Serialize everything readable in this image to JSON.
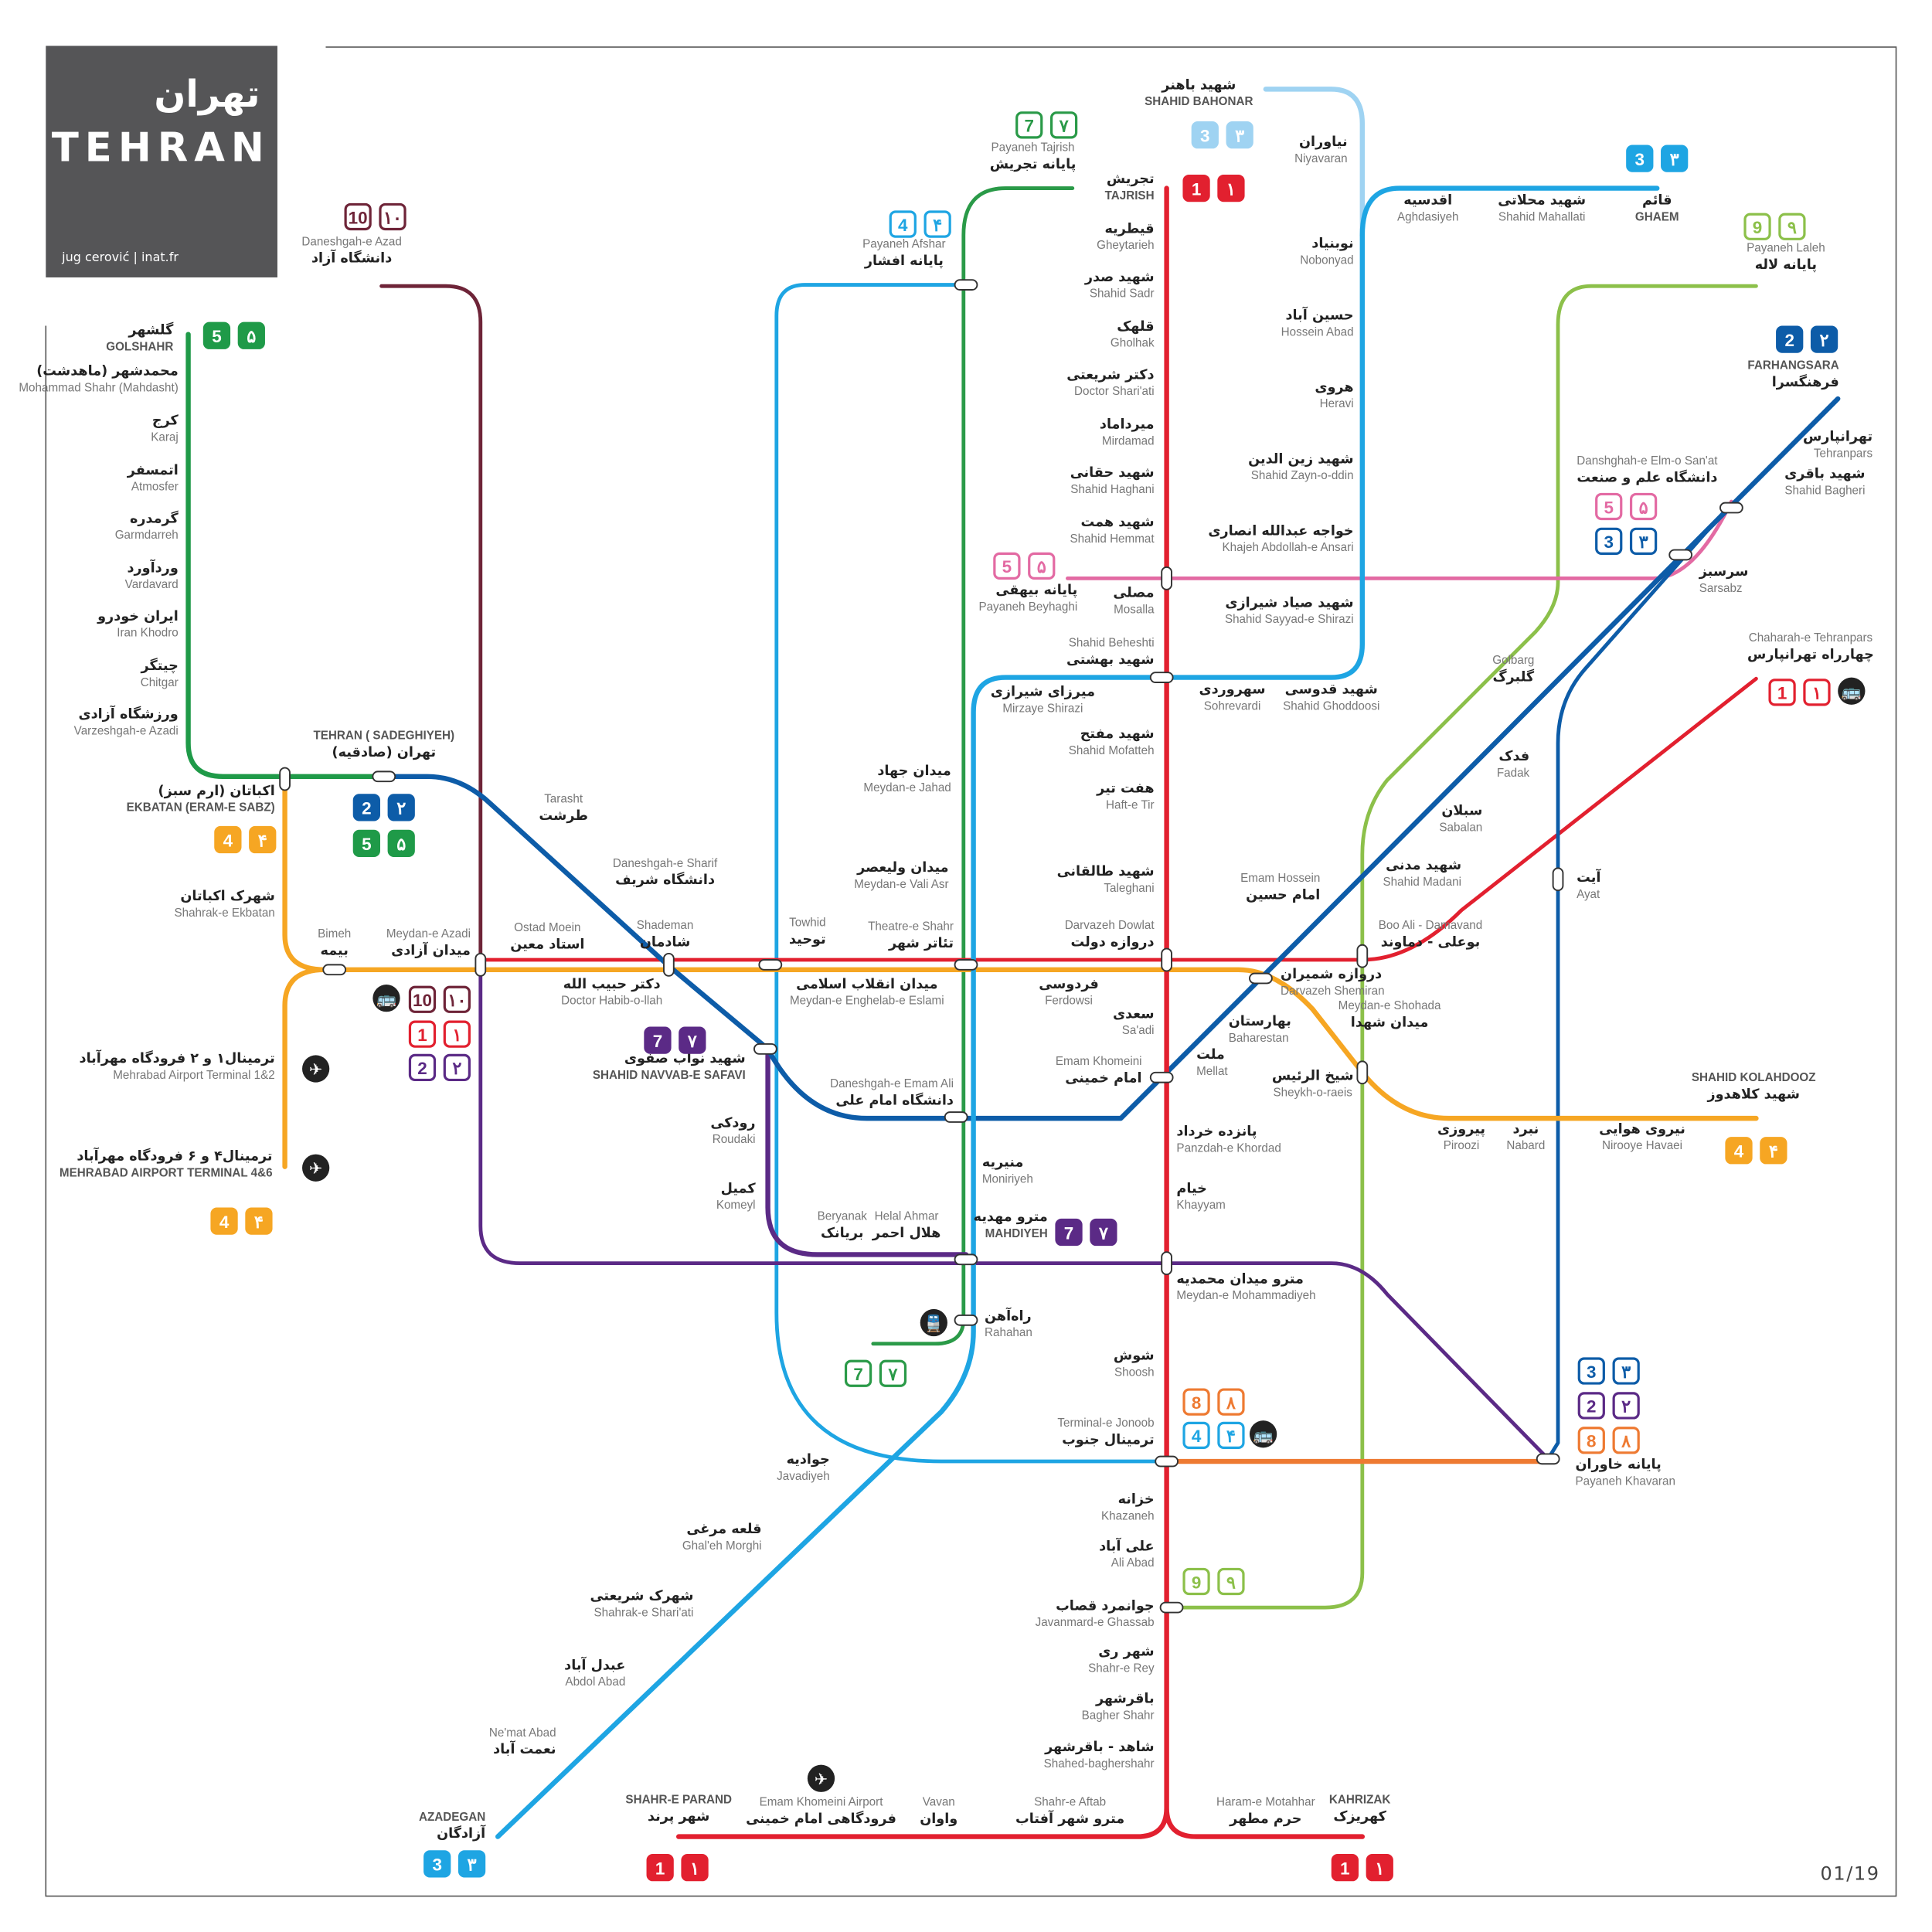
{
  "header": {
    "title_fa": "تهران",
    "title_en": "TEHRAN",
    "credit": "jug cerović | inat.fr"
  },
  "page_number": "01/19",
  "line_colors": {
    "1": "#e2202f",
    "2": "#0d5ca8",
    "3": "#1ea5e3",
    "3lite": "#9fd3f2",
    "4": "#f6a623",
    "5": "#1f9a48",
    "6": "#e36aa3",
    "7": "#5b2a86",
    "7g": "#2a9a48",
    "8": "#ee7a32",
    "9": "#8cc04a",
    "10": "#6e2438"
  },
  "stations": [
    {
      "fa": "تجریش",
      "en": "TAJRISH"
    },
    {
      "fa": "قیطریه",
      "en": "Gheytarieh"
    },
    {
      "fa": "شهید صدر",
      "en": "Shahid Sadr"
    },
    {
      "fa": "قلهک",
      "en": "Gholhak"
    },
    {
      "fa": "دکتر شریعتی",
      "en": "Doctor Shari'ati"
    },
    {
      "fa": "میرداماد",
      "en": "Mirdamad"
    },
    {
      "fa": "شهید حقانی",
      "en": "Shahid Haghani"
    },
    {
      "fa": "شهید همت",
      "en": "Shahid Hemmat"
    },
    {
      "fa": "مصلی",
      "en": "Mosalla"
    },
    {
      "fa": "شهید بهشتی",
      "en": "Shahid Beheshti"
    },
    {
      "fa": "شهید مفتح",
      "en": "Shahid Mofatteh"
    },
    {
      "fa": "هفت تیر",
      "en": "Haft-e Tir"
    },
    {
      "fa": "شهید طالقانی",
      "en": "Taleghani"
    },
    {
      "fa": "دروازه دولت",
      "en": "Darvazeh Dowlat"
    },
    {
      "fa": "سعدی",
      "en": "Sa'adi"
    },
    {
      "fa": "امام خمینی",
      "en": "Emam Khomeini"
    },
    {
      "fa": "پانزده خرداد",
      "en": "Panzdah-e Khordad"
    },
    {
      "fa": "خیام",
      "en": "Khayyam"
    },
    {
      "fa": "مترو میدان محمدیه",
      "en": "Meydan-e Mohammadiyeh"
    },
    {
      "fa": "شوش",
      "en": "Shoosh"
    },
    {
      "fa": "ترمینال جنوب",
      "en": "Terminal-e Jonoob"
    },
    {
      "fa": "خزانه",
      "en": "Khazaneh"
    },
    {
      "fa": "علی آباد",
      "en": "Ali Abad"
    },
    {
      "fa": "جوانمرد قصاب",
      "en": "Javanmard-e Ghassab"
    },
    {
      "fa": "شهر ری",
      "en": "Shahr-e Rey"
    },
    {
      "fa": "باقرشهر",
      "en": "Bagher Shahr"
    },
    {
      "fa": "شاهد - باقرشهر",
      "en": "Shahed-baghershahr"
    },
    {
      "fa": "حرم مطهر",
      "en": "Haram-e Motahhar"
    },
    {
      "fa": "کهریزک",
      "en": "KAHRIZAK"
    },
    {
      "fa": "مترو شهر آفتاب",
      "en": "Shahr-e Aftab"
    },
    {
      "fa": "واوان",
      "en": "Vavan"
    },
    {
      "fa": "فرودگاهی امام خمینی",
      "en": "Emam Khomeini Airport"
    },
    {
      "fa": "شهر پرند",
      "en": "SHAHR-E PARAND"
    },
    {
      "fa": "فرهنگسرا",
      "en": "FARHANGSARA"
    },
    {
      "fa": "تهرانپارس",
      "en": "Tehranpars"
    },
    {
      "fa": "شهید باقری",
      "en": "Shahid Bagheri"
    },
    {
      "fa": "سرسبز",
      "en": "Sarsabz"
    },
    {
      "fa": "فدک",
      "en": "Fadak"
    },
    {
      "fa": "سبلان",
      "en": "Sabalan"
    },
    {
      "fa": "شهید مدنی",
      "en": "Shahid Madani"
    },
    {
      "fa": "امام حسین",
      "en": "Emam Hossein"
    },
    {
      "fa": "دروازه شمیران",
      "en": "Darvazeh Shemiran"
    },
    {
      "fa": "بهارستان",
      "en": "Baharestan"
    },
    {
      "fa": "ملت",
      "en": "Mellat"
    },
    {
      "fa": "دانشگاه امام علی",
      "en": "Daneshgah-e Emam Ali"
    },
    {
      "fa": "شادمان",
      "en": "Shademan"
    },
    {
      "fa": "دانشگاه شریف",
      "en": "Daneshgah-e Sharif"
    },
    {
      "fa": "طرشت",
      "en": "Tarasht"
    },
    {
      "fa": "تهران (صادقیه)",
      "en": "TEHRAN ( SADEGHIYEH)"
    },
    {
      "fa": "شهید باهنر",
      "en": "SHAHID BAHONAR"
    },
    {
      "fa": "نیاوران",
      "en": "Niyavaran"
    },
    {
      "fa": "اقدسیه",
      "en": "Aghdasiyeh"
    },
    {
      "fa": "شهید محلاتی",
      "en": "Shahid Mahallati"
    },
    {
      "fa": "قائم",
      "en": "GHAEM"
    },
    {
      "fa": "نوبنیاد",
      "en": "Nobonyad"
    },
    {
      "fa": "حسین آباد",
      "en": "Hossein Abad"
    },
    {
      "fa": "هروی",
      "en": "Heravi"
    },
    {
      "fa": "شهید زین الدین",
      "en": "Shahid Zayn-o-ddin"
    },
    {
      "fa": "خواجه عبدالله انصاری",
      "en": "Khajeh Abdollah-e Ansari"
    },
    {
      "fa": "شهید صیاد شیرازی",
      "en": "Shahid Sayyad-e Shirazi"
    },
    {
      "fa": "شهید قدوسی",
      "en": "Shahid Ghoddoosi"
    },
    {
      "fa": "سهروردی",
      "en": "Sohrevardi"
    },
    {
      "fa": "میرزای شیرازی",
      "en": "Mirzaye Shirazi"
    },
    {
      "fa": "میدان جهاد",
      "en": "Meydan-e Jahad"
    },
    {
      "fa": "میدان ولیعصر",
      "en": "Meydan-e Vali Asr"
    },
    {
      "fa": "تئاتر شهر",
      "en": "Theatre-e Shahr"
    },
    {
      "fa": "میدان انقلاب اسلامی",
      "en": "Meydan-e Enghelab-e Eslami"
    },
    {
      "fa": "منیریه",
      "en": "Moniriyeh"
    },
    {
      "fa": "راه‌آهن",
      "en": "Rahahan"
    },
    {
      "fa": "جوادیه",
      "en": "Javadiyeh"
    },
    {
      "fa": "قلعه مرغی",
      "en": "Ghal'eh Morghi"
    },
    {
      "fa": "شهرک شریعتی",
      "en": "Shahrak-e Shari'ati"
    },
    {
      "fa": "عبدل آباد",
      "en": "Abdol Abad"
    },
    {
      "fa": "نعمت آباد",
      "en": "Ne'mat Abad"
    },
    {
      "fa": "آزادگان",
      "en": "AZADEGAN"
    },
    {
      "fa": "اکباتان (ارم سبز)",
      "en": "EKBATAN (ERAM-E SABZ)"
    },
    {
      "fa": "شهرک اکباتان",
      "en": "Shahrak-e Ekbatan"
    },
    {
      "fa": "بیمه",
      "en": "Bimeh"
    },
    {
      "fa": "میدان آزادی",
      "en": "Meydan-e Azadi"
    },
    {
      "fa": "استاد معین",
      "en": "Ostad Moein"
    },
    {
      "fa": "دکتر حبیب الله",
      "en": "Doctor Habib-o-llah"
    },
    {
      "fa": "توحید",
      "en": "Towhid"
    },
    {
      "fa": "فردوسی",
      "en": "Ferdowsi"
    },
    {
      "fa": "میدان شهدا",
      "en": "Meydan-e Shohada"
    },
    {
      "fa": "شیخ الرئیس",
      "en": "Sheykh-o-raeis"
    },
    {
      "fa": "پیروزی",
      "en": "Piroozi"
    },
    {
      "fa": "نبرد",
      "en": "Nabard"
    },
    {
      "fa": "نیروی هوایی",
      "en": "Nirooye Havaei"
    },
    {
      "fa": "شهید کلاهدوز",
      "en": "SHAHID KOLAHDOOZ"
    },
    {
      "fa": "ترمینال۱ و ۲ فرودگاه مهرآباد",
      "en": "Mehrabad Airport Terminal 1&2"
    },
    {
      "fa": "ترمینال۴ و ۶ فرودگاه مهرآباد",
      "en": "MEHRABAD AIRPORT TERMINAL 4&6"
    },
    {
      "fa": "گلشهر",
      "en": "GOLSHAHR"
    },
    {
      "fa": "محمدشهر (ماهدشت)",
      "en": "Mohammad Shahr (Mahdasht)"
    },
    {
      "fa": "کرج",
      "en": "Karaj"
    },
    {
      "fa": "اتمسفر",
      "en": "Atmosfer"
    },
    {
      "fa": "گرمدره",
      "en": "Garmdarreh"
    },
    {
      "fa": "وردآورد",
      "en": "Vardavard"
    },
    {
      "fa": "ایران خودرو",
      "en": "Iran Khodro"
    },
    {
      "fa": "چیتگر",
      "en": "Chitgar"
    },
    {
      "fa": "ورزشگاه آزادی",
      "en": "Varzeshgah-e Azadi"
    },
    {
      "fa": "پایانه بیهقی",
      "en": "Payaneh Beyhaghi"
    },
    {
      "fa": "دانشگاه علم و صنعت",
      "en": "Danshghah-e Elm-o San'at"
    },
    {
      "fa": "شهید نواب صفوی",
      "en": "SHAHID NAVVAB-E SAFAVI"
    },
    {
      "fa": "رودکی",
      "en": "Roudaki"
    },
    {
      "fa": "کمیل",
      "en": "Komeyl"
    },
    {
      "fa": "بریانک",
      "en": "Beryanak"
    },
    {
      "fa": "هلال احمر",
      "en": "Helal Ahmar"
    },
    {
      "fa": "مترو مهدیه",
      "en": "MAHDIYEH"
    },
    {
      "fa": "دانشگاه آزاد",
      "en": "Daneshgah-e Azad"
    },
    {
      "fa": "پایانه تجریش",
      "en": "Payaneh Tajrish"
    },
    {
      "fa": "پایانه افشار",
      "en": "Payaneh Afshar"
    },
    {
      "fa": "پایانه لاله",
      "en": "Payaneh Laleh"
    },
    {
      "fa": "گلبرگ",
      "en": "Golbarg"
    },
    {
      "fa": "بوعلی - دماوند",
      "en": "Boo Ali - Damavand"
    },
    {
      "fa": "آیت",
      "en": "Ayat"
    },
    {
      "fa": "چهارراه تهرانپارس",
      "en": "Chaharah-e Tehranpars"
    },
    {
      "fa": "پایانه خاوران",
      "en": "Payaneh Khavaran"
    }
  ],
  "badges": [
    {
      "w": "10",
      "f": "۱۰",
      "line": "10",
      "fill": false
    },
    {
      "w": "5",
      "f": "۵",
      "line": "5",
      "fill": true
    },
    {
      "w": "7",
      "f": "۷",
      "line": "7g",
      "fill": false
    },
    {
      "w": "4",
      "f": "۴",
      "line": "3",
      "fill": false
    },
    {
      "w": "1",
      "f": "۱",
      "line": "1",
      "fill": true
    },
    {
      "w": "3",
      "f": "۳",
      "line": "3lite",
      "fill": true
    },
    {
      "w": "3",
      "f": "۳",
      "line": "3",
      "fill": true
    },
    {
      "w": "9",
      "f": "۹",
      "line": "9",
      "fill": false
    },
    {
      "w": "2",
      "f": "۲",
      "line": "2",
      "fill": true
    },
    {
      "w": "5",
      "f": "۵",
      "line": "6",
      "fill": false
    },
    {
      "w": "5",
      "f": "۵",
      "line": "6",
      "fill": false
    },
    {
      "w": "3",
      "f": "۳",
      "line": "2",
      "fill": false
    },
    {
      "w": "1",
      "f": "۱",
      "line": "1",
      "fill": false
    },
    {
      "w": "2",
      "f": "۲",
      "line": "2",
      "fill": true
    },
    {
      "w": "5",
      "f": "۵",
      "line": "5",
      "fill": true
    },
    {
      "w": "4",
      "f": "۴",
      "line": "4",
      "fill": true
    },
    {
      "w": "10",
      "f": "۱۰",
      "line": "10",
      "fill": false
    },
    {
      "w": "1",
      "f": "۱",
      "line": "1",
      "fill": false
    },
    {
      "w": "2",
      "f": "۲",
      "line": "7",
      "fill": false
    },
    {
      "w": "7",
      "f": "۷",
      "line": "7",
      "fill": true
    },
    {
      "w": "7",
      "f": "۷",
      "line": "7",
      "fill": true
    },
    {
      "w": "7",
      "f": "۷",
      "line": "7g",
      "fill": false
    },
    {
      "w": "8",
      "f": "۸",
      "line": "8",
      "fill": false
    },
    {
      "w": "4",
      "f": "۴",
      "line": "3",
      "fill": false
    },
    {
      "w": "9",
      "f": "۹",
      "line": "9",
      "fill": false
    },
    {
      "w": "3",
      "f": "۳",
      "line": "2",
      "fill": false
    },
    {
      "w": "2",
      "f": "۲",
      "line": "7",
      "fill": false
    },
    {
      "w": "8",
      "f": "۸",
      "line": "8",
      "fill": false
    },
    {
      "w": "4",
      "f": "۴",
      "line": "4",
      "fill": true
    },
    {
      "w": "4",
      "f": "۴",
      "line": "4",
      "fill": true
    },
    {
      "w": "3",
      "f": "۳",
      "line": "3",
      "fill": true
    },
    {
      "w": "1",
      "f": "۱",
      "line": "1",
      "fill": true
    },
    {
      "w": "1",
      "f": "۱",
      "line": "1",
      "fill": true
    }
  ]
}
